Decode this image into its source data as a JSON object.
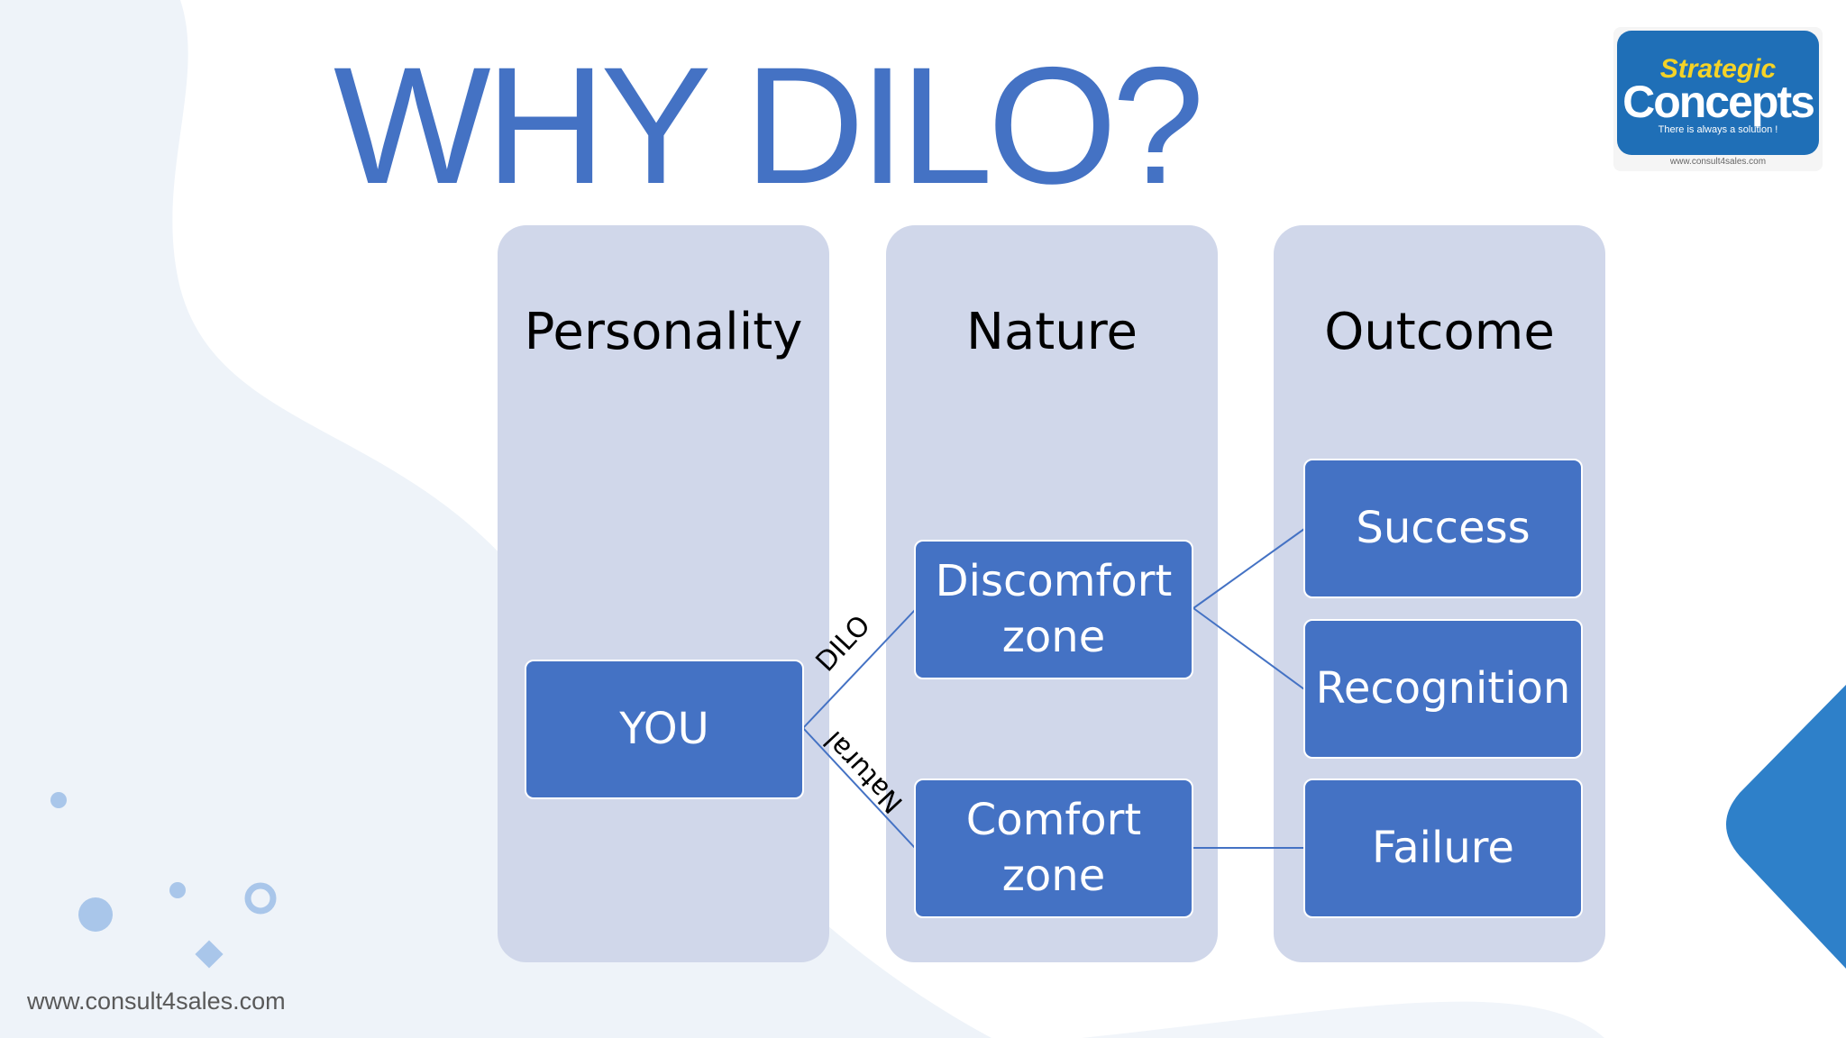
{
  "title": "WHY DILO?",
  "columns": [
    {
      "heading": "Personality"
    },
    {
      "heading": "Nature"
    },
    {
      "heading": "Outcome"
    }
  ],
  "nodes": {
    "you": "YOU",
    "discomfort_zone": "Discomfort zone",
    "comfort_zone": "Comfort zone",
    "success": "Success",
    "recognition": "Recognition",
    "failure": "Failure"
  },
  "edges": {
    "dilo": "DILO",
    "natural": "Natural"
  },
  "logo": {
    "line1": "Strategic",
    "line2": "Concepts",
    "tagline": "There is always a solution !",
    "url": "www.consult4sales.com"
  },
  "footer": {
    "url": "www.consult4sales.com"
  },
  "colors": {
    "title": "#4472c4",
    "node_fill": "#4472c4",
    "column_fill": "#d0d7ea",
    "accent": "#1f6fb7"
  }
}
